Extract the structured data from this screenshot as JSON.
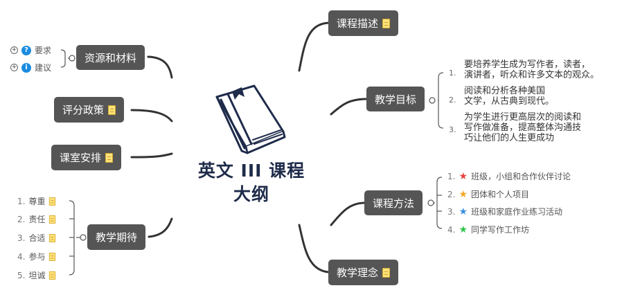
{
  "center": {
    "line1": "英文 III 课程",
    "line2": "大纲"
  },
  "left": {
    "resources": {
      "label": "资源和材料",
      "items": [
        {
          "label": "要求",
          "icon": "question-icon",
          "glyph": "?"
        },
        {
          "label": "建议",
          "icon": "info-icon",
          "glyph": "i"
        }
      ]
    },
    "grading": {
      "label": "评分政策"
    },
    "classroom": {
      "label": "课室安排"
    },
    "expectations": {
      "label": "教学期待",
      "items": [
        {
          "num": "1.",
          "label": "尊重"
        },
        {
          "num": "2.",
          "label": "责任"
        },
        {
          "num": "3.",
          "label": "合适"
        },
        {
          "num": "4.",
          "label": "参与"
        },
        {
          "num": "5.",
          "label": "坦诚"
        }
      ]
    }
  },
  "right": {
    "description": {
      "label": "课程描述"
    },
    "goals": {
      "label": "教学目标",
      "items": [
        {
          "num": "1.",
          "line1": "要培养学生成为写作者，读者，",
          "line2": "演讲者，听众和许多文本的观众。",
          "line3": ""
        },
        {
          "num": "2.",
          "line1": "阅读和分析各种美国",
          "line2": "文学，从古典到现代。",
          "line3": ""
        },
        {
          "num": "3.",
          "line1": "为学生进行更高层次的阅读和",
          "line2": "写作做准备，提高整体沟通技",
          "line3": "巧让他们的人生更成功"
        }
      ]
    },
    "methods": {
      "label": "课程方法",
      "items": [
        {
          "num": "1.",
          "label": "班级，小组和合作伙伴讨论",
          "star_color": "#e8413c"
        },
        {
          "num": "2.",
          "label": "团体和个人项目",
          "star_color": "#f5a623"
        },
        {
          "num": "3.",
          "label": "班级和家庭作业练习活动",
          "star_color": "#3d8fe0"
        },
        {
          "num": "4.",
          "label": "同学写作工作坊",
          "star_color": "#2ec44a"
        }
      ]
    },
    "philosophy": {
      "label": "教学理念"
    }
  }
}
